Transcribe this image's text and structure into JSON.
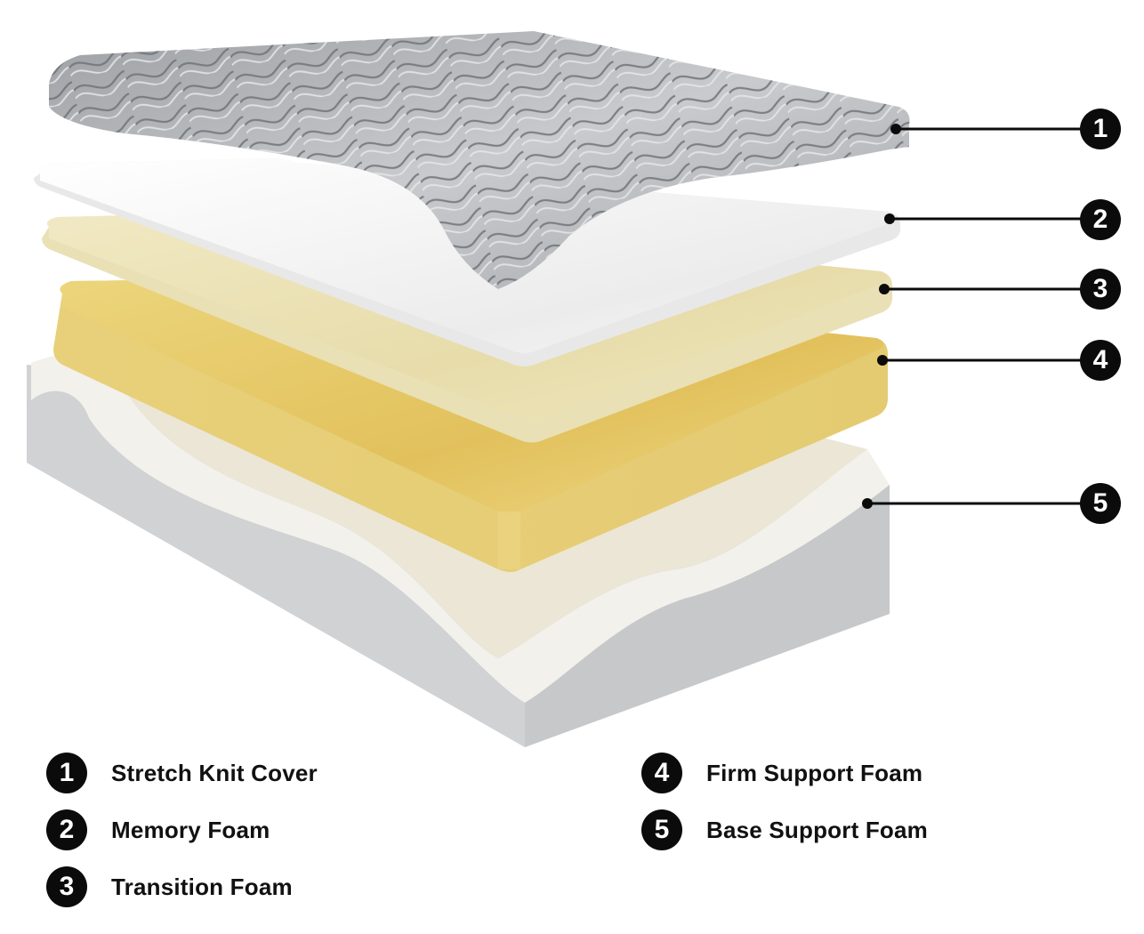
{
  "diagram": {
    "type": "exploded-layer-illustration",
    "subject": "mattress layers",
    "colors": {
      "cover": "#b9bcc0",
      "cover_pattern": "#6f7378",
      "memory_foam": "#f4f4f4",
      "transition_foam": "#ece3b8",
      "firm_support_foam": "#e6cd6e",
      "base_support_foam": "#cfd1d3",
      "base_rim": "#f3f1ec",
      "callout": "#0b0b0b"
    },
    "callouts": [
      {
        "number": "1",
        "label": "Stretch Knit Cover"
      },
      {
        "number": "2",
        "label": "Memory Foam"
      },
      {
        "number": "3",
        "label": "Transition Foam"
      },
      {
        "number": "4",
        "label": "Firm Support Foam"
      },
      {
        "number": "5",
        "label": "Base Support Foam"
      }
    ]
  },
  "legend": {
    "left": [
      {
        "number": "1",
        "label": "Stretch Knit Cover"
      },
      {
        "number": "2",
        "label": "Memory Foam"
      },
      {
        "number": "3",
        "label": "Transition Foam"
      }
    ],
    "right": [
      {
        "number": "4",
        "label": "Firm Support Foam"
      },
      {
        "number": "5",
        "label": "Base Support Foam"
      }
    ]
  }
}
